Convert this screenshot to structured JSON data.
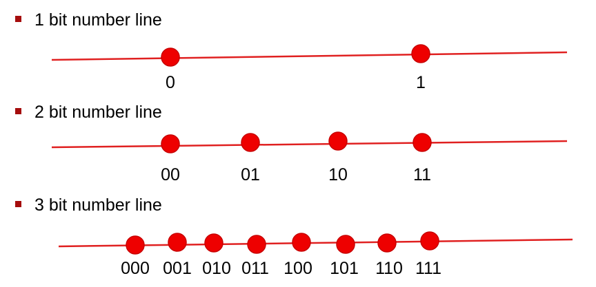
{
  "colors": {
    "line": "#e02020",
    "dot_fill": "#ee0000",
    "dot_stroke": "#c80000",
    "bullet": "#a50d0d",
    "text": "#000000"
  },
  "sections": [
    {
      "heading": "1 bit number line",
      "bullet_icon": "square-bullet-icon",
      "labels": [
        "0",
        "1"
      ]
    },
    {
      "heading": "2 bit number line",
      "bullet_icon": "square-bullet-icon",
      "labels": [
        "00",
        "01",
        "10",
        "11"
      ]
    },
    {
      "heading": "3 bit number line",
      "bullet_icon": "square-bullet-icon",
      "labels": [
        "000",
        "001",
        "010",
        "011",
        "100",
        "101",
        "110",
        "111"
      ]
    }
  ]
}
